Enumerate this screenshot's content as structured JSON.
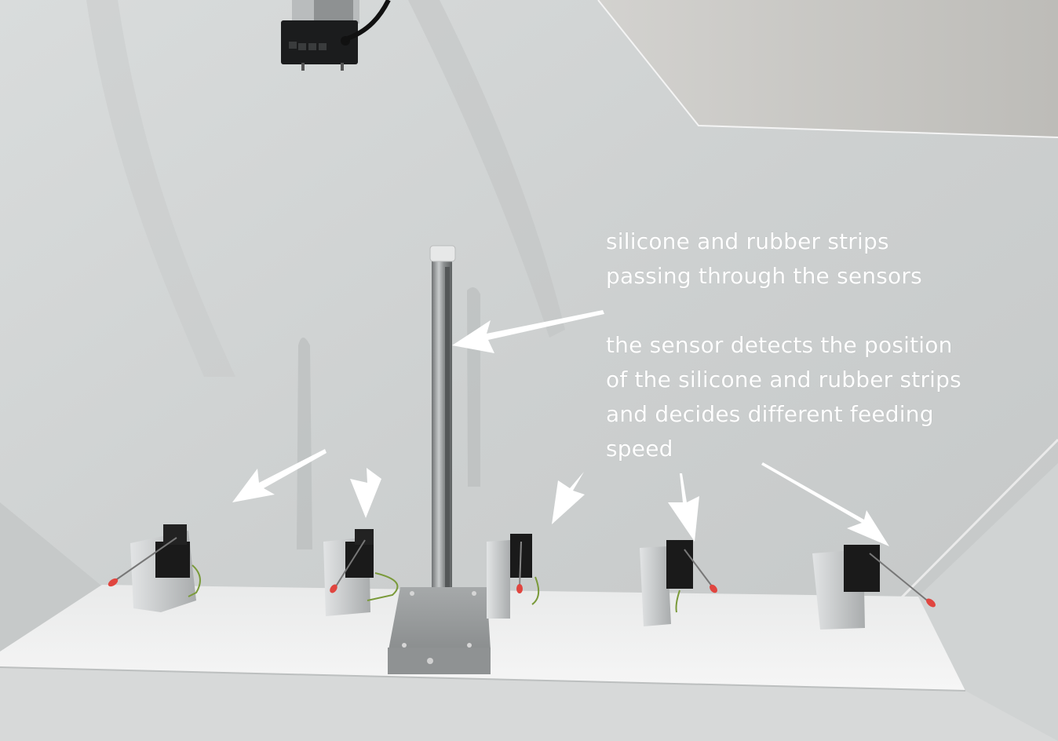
{
  "image": {
    "description": "Photo of a white sheet-metal feeding hopper with five micro-switch sensors and a vertical guide rod, annotated with white arrows and text",
    "colors": {
      "annotation_text": "#ffffff",
      "arrow": "#ffffff",
      "wall": "#d4d7d7",
      "sensor_lever_tip": "#e0453f",
      "aluminium_block": "#c9cbcc",
      "sensor_body": "#1a1a1a"
    }
  },
  "annotations": {
    "label_1": {
      "lines": [
        "silicone and rubber strips",
        "passing through the sensors"
      ]
    },
    "label_2": {
      "lines": [
        "the sensor detects the position",
        "of the silicone and rubber strips",
        "and decides different feeding",
        "speed"
      ]
    }
  },
  "objects": {
    "display_unit": {
      "label": "sensor display unit",
      "button_count": 4
    },
    "guide_rod": {
      "label": "vertical guide rod"
    },
    "sensors": [
      {
        "id": 1,
        "label": "sensor 1"
      },
      {
        "id": 2,
        "label": "sensor 2"
      },
      {
        "id": 3,
        "label": "sensor 3"
      },
      {
        "id": 4,
        "label": "sensor 4"
      },
      {
        "id": 5,
        "label": "sensor 5"
      }
    ],
    "arrows_count": 6
  }
}
